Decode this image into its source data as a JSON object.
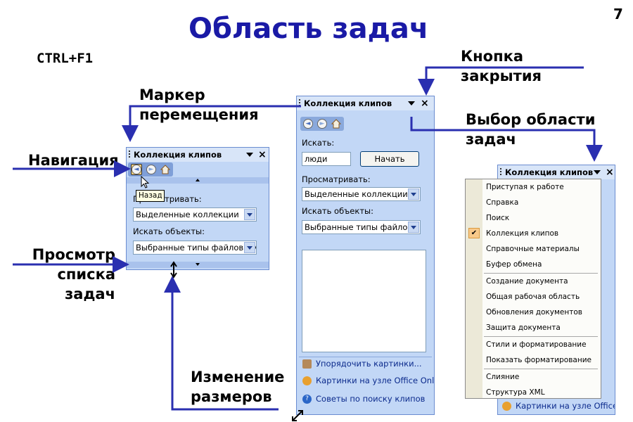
{
  "page": {
    "title": "Область задач",
    "page_number": "7",
    "hotkey": "CTRL+F1"
  },
  "callouts": {
    "marker": [
      "Маркер",
      "перемещения"
    ],
    "navigation": "Навигация",
    "view_list": [
      "Просмотр",
      "списка",
      "задач"
    ],
    "resize": [
      "Изменение",
      "размеров"
    ],
    "close": [
      "Кнопка",
      "закрытия"
    ],
    "select": [
      "Выбор области",
      "задач"
    ]
  },
  "colors": {
    "title": "#1a1aa6",
    "arrow": "#2a2fb0",
    "pane_bg": "#c2d7f6",
    "pane_border": "#6a8cd0"
  },
  "small_pane": {
    "title": "Коллекция клипов",
    "nav_icons": [
      "back-icon",
      "forward-icon",
      "home-icon"
    ],
    "tooltip": "Назад",
    "view_label": "Просматривать:",
    "view_value": "Выделенные коллекции",
    "search_label": "Искать объекты:",
    "search_value": "Выбранные типы файлов мул"
  },
  "big_pane": {
    "title": "Коллекция клипов",
    "search_label": "Искать:",
    "search_value": "люди",
    "start_button": "Начать",
    "view_label": "Просматривать:",
    "view_value": "Выделенные коллекции",
    "search_objects_label": "Искать объекты:",
    "search_objects_value": "Выбранные типы файлов",
    "links": [
      "Упорядочить картинки...",
      "Картинки на узле Office Onli",
      "Советы по поиску клипов"
    ]
  },
  "right_pane": {
    "title": "Коллекция клипов",
    "bottom_link": "Картинки на узле Office Onli"
  },
  "menu": {
    "items": [
      "Приступая к работе",
      "Справка",
      "Поиск",
      "Коллекция клипов",
      "Справочные материалы",
      "Буфер обмена",
      "Создание документа",
      "Общая рабочая область",
      "Обновления документов",
      "Защита документа",
      "Стили и форматирование",
      "Показать форматирование",
      "Слияние",
      "Структура XML"
    ],
    "checked": "Коллекция клипов"
  }
}
